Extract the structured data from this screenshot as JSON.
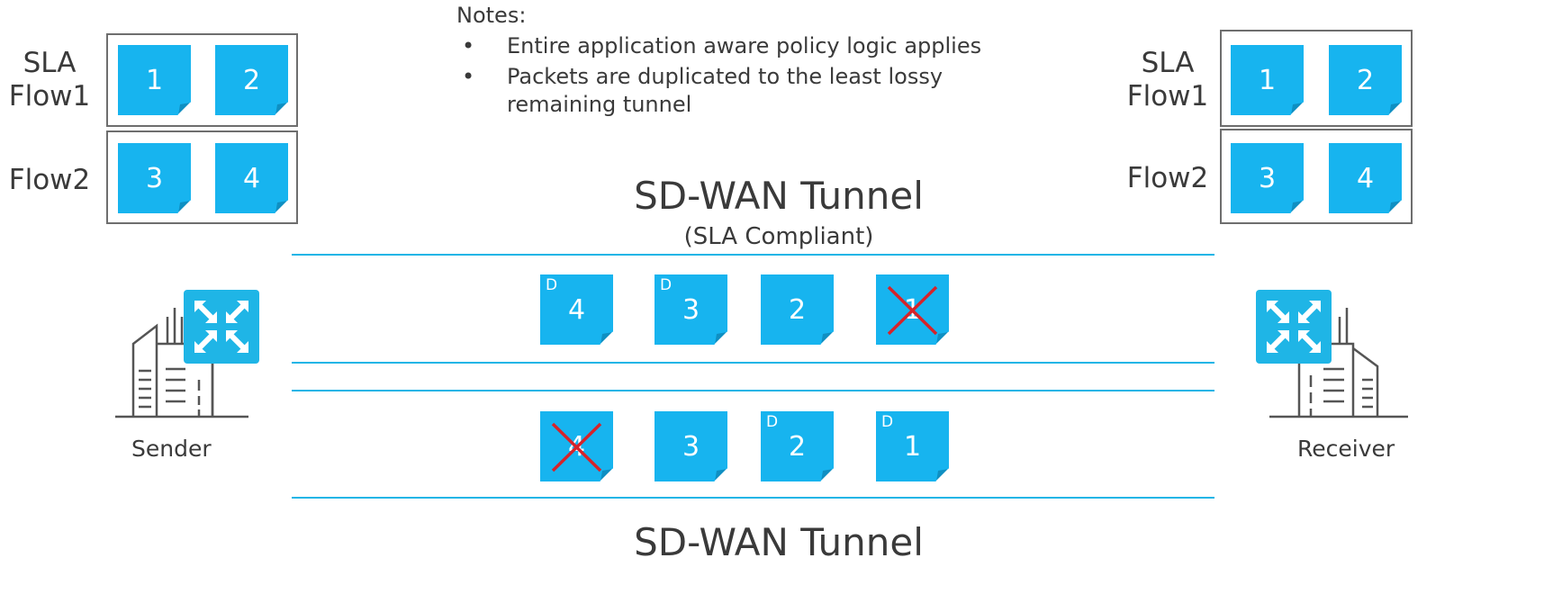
{
  "notes": {
    "heading": "Notes:",
    "items": [
      "Entire application aware policy logic applies",
      "Packets are duplicated to the least lossy remaining tunnel"
    ]
  },
  "sender": {
    "label": "Sender",
    "sla_label": "SLA\nFlow1",
    "flow2_label": "Flow2",
    "flow1_packets": [
      "1",
      "2"
    ],
    "flow2_packets": [
      "3",
      "4"
    ]
  },
  "receiver": {
    "label": "Receiver",
    "sla_label": "SLA\nFlow1",
    "flow2_label": "Flow2",
    "flow1_packets": [
      "1",
      "2"
    ],
    "flow2_packets": [
      "3",
      "4"
    ]
  },
  "tunnel_top": {
    "title": "SD-WAN Tunnel",
    "subtitle": "(SLA Compliant)",
    "packets": [
      {
        "num": "4",
        "dup": "D",
        "dropped": false
      },
      {
        "num": "3",
        "dup": "D",
        "dropped": false
      },
      {
        "num": "2",
        "dup": "",
        "dropped": false
      },
      {
        "num": "1",
        "dup": "",
        "dropped": true
      }
    ]
  },
  "tunnel_bottom": {
    "title": "SD-WAN Tunnel",
    "packets": [
      {
        "num": "4",
        "dup": "",
        "dropped": true
      },
      {
        "num": "3",
        "dup": "",
        "dropped": false
      },
      {
        "num": "2",
        "dup": "D",
        "dropped": false
      },
      {
        "num": "1",
        "dup": "D",
        "dropped": false
      }
    ]
  },
  "colors": {
    "packet": "#17b4ef",
    "packet_fold": "#0f8fc2",
    "tunnel_line": "#1fb5e6",
    "drop_cross": "#d6232a",
    "router": "#1fb5e6"
  }
}
